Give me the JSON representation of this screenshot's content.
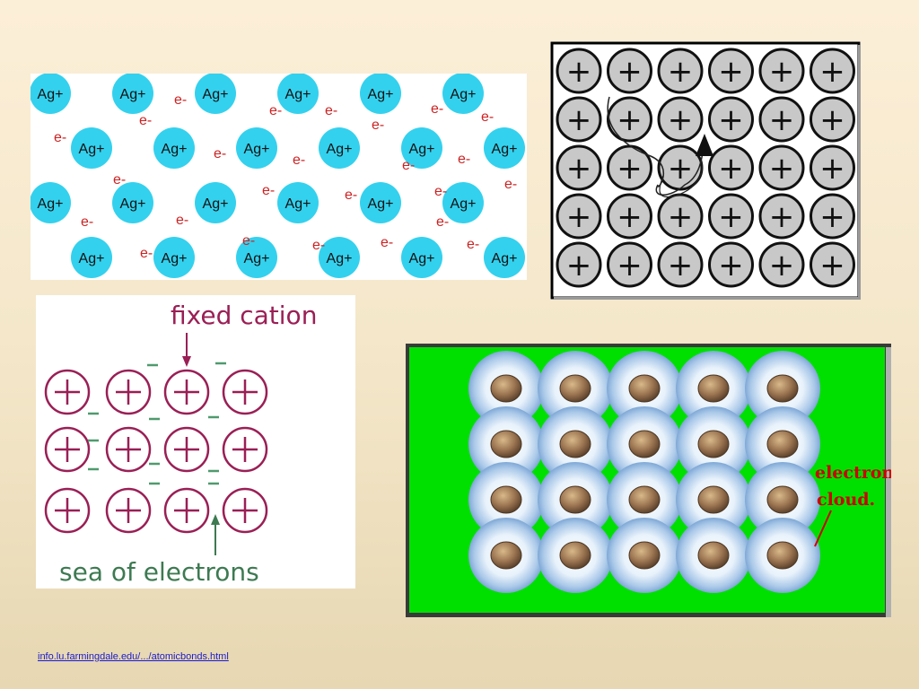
{
  "diagrams": {
    "silver_lattice": {
      "ion_label": "Ag+",
      "electron_label": "e-",
      "ion_color": "#33d1ee",
      "electron_color": "#cc2222"
    },
    "grey_lattice": {
      "ion_symbol": "+",
      "rows": 5,
      "cols": 6
    },
    "sea_of_electrons": {
      "top_label": "fixed cation",
      "bottom_label": "sea of electrons",
      "cation_symbol": "+",
      "electron_symbol": "-",
      "cation_color": "#9a1f55",
      "label_color": "#9a1f55",
      "bottom_label_color": "#3d7a52",
      "electron_color": "#4f9a6e"
    },
    "electron_cloud": {
      "label_line1": "electron",
      "label_line2": "cloud.",
      "background_color": "#00e000",
      "label_color": "#cc0000",
      "rows": 4,
      "cols": 5
    }
  },
  "source": {
    "link_text": "info.lu.farmingdale.edu/.../atomicbonds.html"
  }
}
